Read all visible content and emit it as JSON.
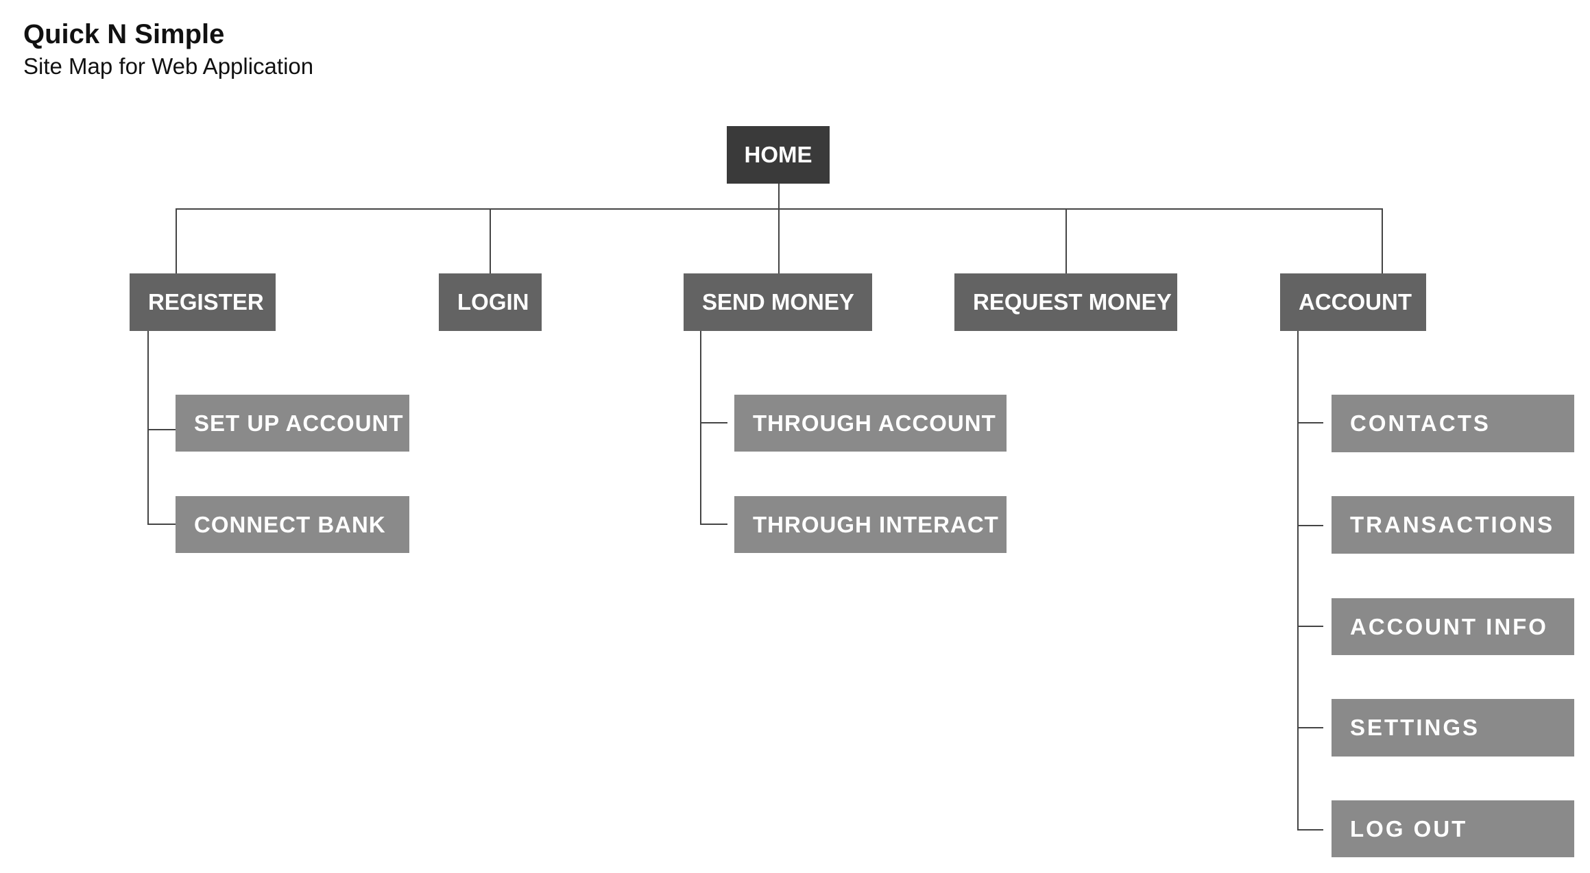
{
  "header": {
    "title": "Quick N Simple",
    "subtitle": "Site Map for Web Application"
  },
  "colors": {
    "root": "#3a3a3a",
    "level1": "#636363",
    "level2": "#8a8a8a",
    "line": "#444444"
  },
  "root": {
    "label": "HOME"
  },
  "level1": [
    {
      "label": "REGISTER",
      "children": [
        "SET UP ACCOUNT",
        "CONNECT BANK"
      ]
    },
    {
      "label": "LOGIN",
      "children": []
    },
    {
      "label": "SEND MONEY",
      "children": [
        "THROUGH ACCOUNT",
        "THROUGH INTERACT"
      ]
    },
    {
      "label": "REQUEST MONEY",
      "children": []
    },
    {
      "label": "ACCOUNT",
      "children": [
        "CONTACTS",
        "TRANSACTIONS",
        "ACCOUNT INFO",
        "SETTINGS",
        "LOG OUT"
      ]
    }
  ]
}
